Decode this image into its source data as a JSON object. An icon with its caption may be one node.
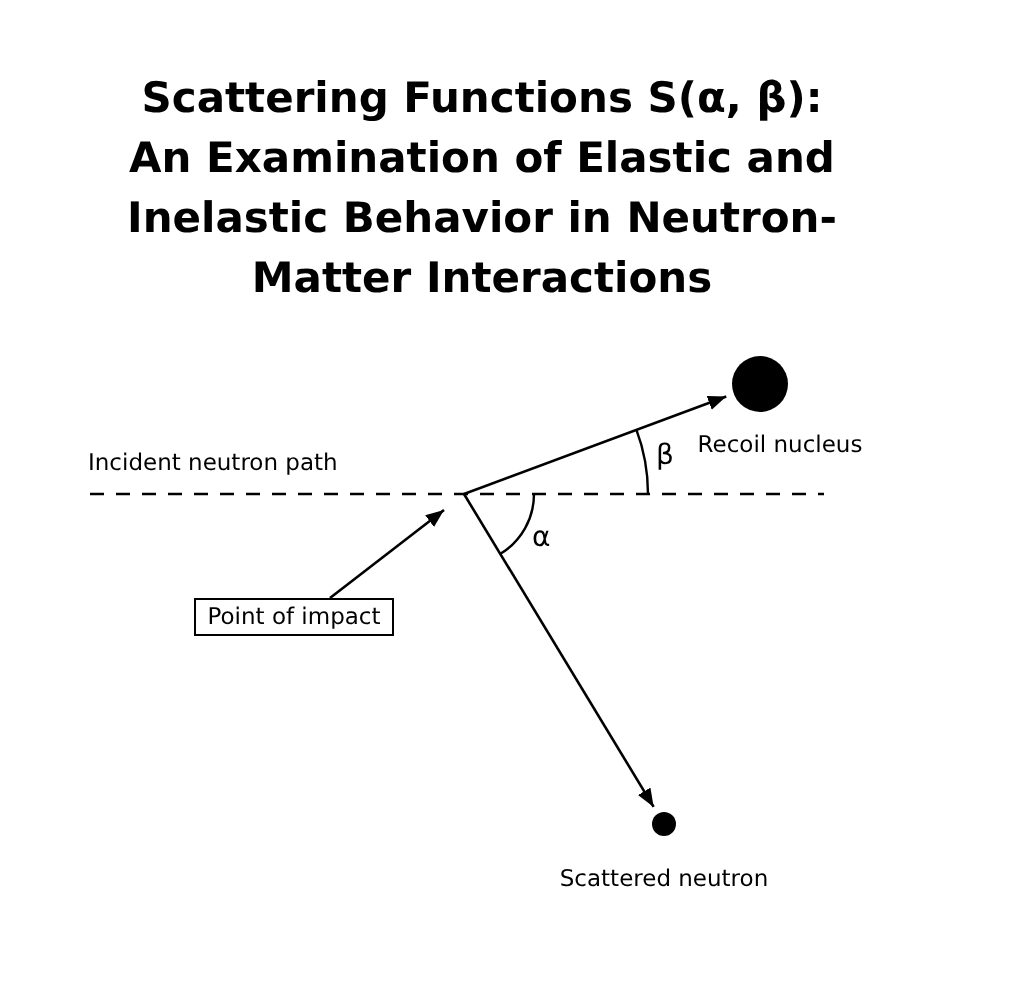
{
  "diagram": {
    "title": "Scattering Functions S(α, β): An Examination of Elastic and Inelastic Behavior in Neutron-Matter Interactions",
    "nodes": [
      {
        "text": [
          "Point of impact"
        ]
      },
      {
        "text": [
          "Recoil nucleus"
        ]
      },
      {
        "text": [
          "Scattered neutron"
        ]
      }
    ],
    "edges": [
      {
        "from": 0,
        "to": null,
        "arrow": "to"
      },
      {
        "from": null,
        "to": 1,
        "arrow": "to"
      },
      {
        "from": null,
        "to": 2,
        "arrow": "to"
      }
    ],
    "labels": [
      "Incident neutron path",
      "β",
      "α"
    ]
  }
}
